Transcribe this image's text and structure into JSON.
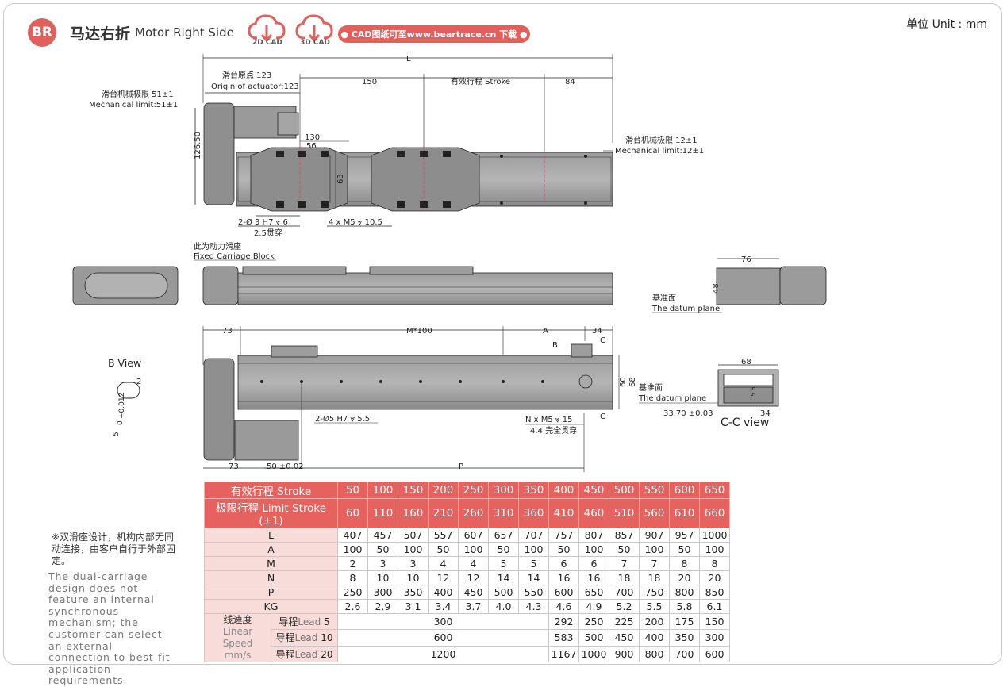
{
  "header": {
    "badge": "BR",
    "title_cn": "马达右折",
    "title_en": "Motor Right Side",
    "cad_2d": "2D CAD",
    "cad_3d": "3D CAD",
    "download": "● CAD图纸可至www.beartrace.cn 下载 ●",
    "unit": "单位 Unit : mm"
  },
  "drawing": {
    "L": "L",
    "origin_cn": "滑台原点 123",
    "origin_en": "Origin of actuator:123",
    "mech_left_cn": "滑台机械极限 51±1",
    "mech_left_en": "Mechanical limit:51±1",
    "mech_right_cn": "滑台机械极限 12±1",
    "mech_right_en": "Mechanical limit:12±1",
    "d150": "150",
    "stroke": "有效行程  Stroke",
    "d84": "84",
    "d130": "130",
    "d56": "56",
    "d12650": "126.50",
    "d63": "63",
    "hole1": "2-Ø 3 H7 ⩔ 6",
    "hole1b": "2.5贯穿",
    "hole2": "4 x  M5 ⩔ 10.5",
    "fixed_cn": "此为动力滑座",
    "fixed_en": "Fixed Carriage Block",
    "d76": "76",
    "d48": "48",
    "datum_cn": "基准面",
    "datum_en": "The datum plane",
    "d73": "73",
    "m100": "M*100",
    "A": "A",
    "d34": "34",
    "B": "B",
    "C": "C",
    "d60": "60",
    "d68": "68",
    "bview": "B View",
    "d2": "2",
    "tol": "+0.012",
    "tol2": "0",
    "d5": "5",
    "hole3": "2-Ø5 H7 ⩔ 5.5",
    "hole4": "N x M5 ⩔ 15",
    "hole4b": "4.4 完全贯穿",
    "d73b": "73",
    "d50": "50 ±0.02",
    "P": "P",
    "d68b": "68",
    "d5_5": "5.5",
    "d3370": "33.70 ±0.03",
    "d34b": "34",
    "ccview": "C-C view"
  },
  "notes": {
    "cn": "※双滑座设计，机构内部无同动连接，由客户自行于外部固定。",
    "en": "The dual-carriage design does not feature an internal synchronous mechanism; the customer can select an external connection to best-fit application requirements."
  },
  "table": {
    "stroke_label": "有效行程  Stroke",
    "limit_label": "极限行程  Limit Stroke (±1)",
    "stroke": [
      "50",
      "100",
      "150",
      "200",
      "250",
      "300",
      "350",
      "400",
      "450",
      "500",
      "550",
      "600",
      "650"
    ],
    "limit": [
      "60",
      "110",
      "160",
      "210",
      "260",
      "310",
      "360",
      "410",
      "460",
      "510",
      "560",
      "610",
      "660"
    ],
    "rows": [
      {
        "label": "L",
        "values": [
          "407",
          "457",
          "507",
          "557",
          "607",
          "657",
          "707",
          "757",
          "807",
          "857",
          "907",
          "957",
          "1000"
        ]
      },
      {
        "label": "A",
        "values": [
          "100",
          "50",
          "100",
          "50",
          "100",
          "50",
          "100",
          "50",
          "100",
          "50",
          "100",
          "50",
          "100"
        ]
      },
      {
        "label": "M",
        "values": [
          "2",
          "3",
          "3",
          "4",
          "4",
          "5",
          "5",
          "6",
          "6",
          "7",
          "7",
          "8",
          "8"
        ]
      },
      {
        "label": "N",
        "values": [
          "8",
          "10",
          "10",
          "12",
          "12",
          "14",
          "14",
          "16",
          "16",
          "18",
          "18",
          "20",
          "20"
        ]
      },
      {
        "label": "P",
        "values": [
          "250",
          "300",
          "350",
          "400",
          "450",
          "500",
          "550",
          "600",
          "650",
          "700",
          "750",
          "800",
          "850"
        ]
      },
      {
        "label": "KG",
        "values": [
          "2.6",
          "2.9",
          "3.1",
          "3.4",
          "3.7",
          "4.0",
          "4.3",
          "4.6",
          "4.9",
          "5.2",
          "5.5",
          "5.8",
          "6.1"
        ]
      }
    ],
    "speed_cn": "线速度",
    "speed_en1": "Linear",
    "speed_en2": "Speed",
    "speed_en3": "mm/s",
    "leads": [
      {
        "cn": "导程",
        "en": "Lead",
        "n": "5",
        "merged": "300",
        "values": [
          "292",
          "250",
          "225",
          "200",
          "175",
          "150"
        ]
      },
      {
        "cn": "导程",
        "en": "Lead",
        "n": "10",
        "merged": "600",
        "values": [
          "583",
          "500",
          "450",
          "400",
          "350",
          "300"
        ]
      },
      {
        "cn": "导程",
        "en": "Lead",
        "n": "20",
        "merged": "1200",
        "values": [
          "1167",
          "1000",
          "900",
          "800",
          "700",
          "600"
        ]
      }
    ]
  }
}
